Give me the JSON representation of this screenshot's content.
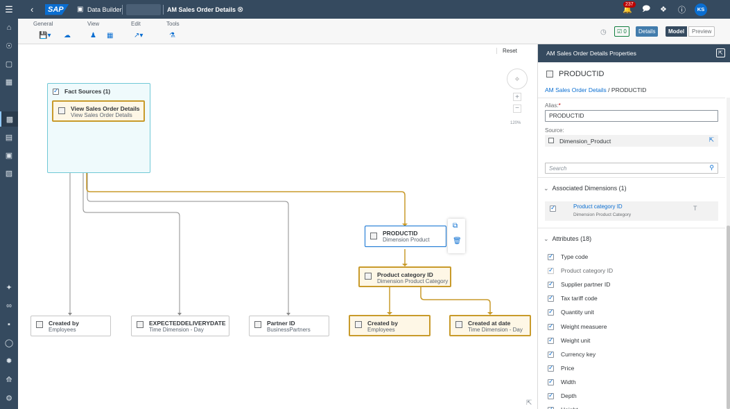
{
  "shell": {
    "brand": "SAP",
    "app_name": "Data Builder",
    "space_name": "",
    "document_title": "AM Sales Order Details",
    "notification_count": "237",
    "avatar_initials": "KS"
  },
  "toolbar": {
    "groups": {
      "general": "General",
      "view": "View",
      "edit": "Edit",
      "tools": "Tools"
    },
    "validation_count": "0",
    "details_label": "Details",
    "model_label": "Model",
    "preview_label": "Preview"
  },
  "canvas": {
    "reset_label": "Reset",
    "zoom_level": "120%",
    "fact_sources_title": "Fact Sources (1)",
    "fact": {
      "title": "View Sales Order Details",
      "subtitle": "View Sales Order Details"
    },
    "nodes": {
      "productid": {
        "title": "PRODUCTID",
        "subtitle": "Dimension Product"
      },
      "product_category": {
        "title": "Product category ID",
        "subtitle": "Dimension Product Category"
      },
      "created_by_1": {
        "title": "Created by",
        "subtitle": "Employees"
      },
      "expected_delivery": {
        "title": "EXPECTEDDELIVERYDATE",
        "subtitle": "Time Dimension - Day"
      },
      "partner_id": {
        "title": "Partner ID",
        "subtitle": "BusinessPartners"
      },
      "created_by_2": {
        "title": "Created by",
        "subtitle": "Employees"
      },
      "created_at": {
        "title": "Created at date",
        "subtitle": "Time Dimension - Day"
      }
    }
  },
  "panel": {
    "header_title": "AM Sales Order Details Properties",
    "object_title": "PRODUCTID",
    "breadcrumb_link": "AM Sales Order Details",
    "breadcrumb_sep": " / ",
    "breadcrumb_current": "PRODUCTID",
    "alias_label": "Alias:",
    "alias_required": "*",
    "alias_value": "PRODUCTID",
    "source_label": "Source:",
    "source_value": "Dimension_Product",
    "search_placeholder": "Search",
    "assoc_title": "Associated Dimensions (1)",
    "assoc_item": {
      "title": "Product category ID",
      "subtitle": "Dimension Product Category"
    },
    "attributes_title": "Attributes (18)",
    "attributes": [
      "Type code",
      "Product category ID",
      "Supplier partner ID",
      "Tax tariff code",
      "Quantity unit",
      "Weight measuere",
      "Weight unit",
      "Currency key",
      "Price",
      "Width",
      "Depth",
      "Height"
    ]
  },
  "colors": {
    "shell": "#354a5f",
    "accent": "#0a6ed1",
    "highlight": "#c89a2a",
    "fact_bg": "#effafc"
  }
}
